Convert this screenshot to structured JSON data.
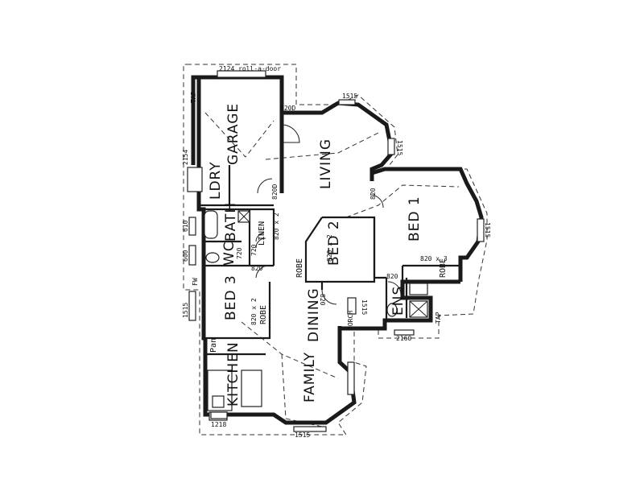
{
  "rooms": {
    "garage": "GARAGE",
    "lndry": "LDRY",
    "living": "LIVING",
    "bath": "BATH",
    "linen": "LINEN",
    "wc": "WC",
    "bed3": "BED 3",
    "bed2": "BED 2",
    "bed1": "BED 1",
    "robe_bed2": "ROBE",
    "robe_bed3": "ROBE",
    "robe_bed1": "ROBE",
    "ens": "ENS",
    "dining": "DINING",
    "family": "FAMILY",
    "kitchen": "KITCHEN",
    "pantry": "Pan"
  },
  "annotations": {
    "garage_door": "2124 roll-a-door",
    "tap_top": "TAP",
    "tap_right": "TAP",
    "d_820_garage_top": "820D",
    "d_820_lndry": "820D",
    "d_820_living": "820",
    "d_820_bed3": "820",
    "d_820_bed2": "820",
    "d_820_bed1_robe": "820 x 3",
    "d_820_linen": "820 x 2",
    "d_820_bed2_robe": "820 x 2",
    "d_820_bed3_robe": "820 x 2",
    "d_720_bath": "720",
    "d_720_wc": "720",
    "d_820_ens": "820",
    "w_1515_top": "1515",
    "w_1515_right": "1515",
    "w_1515_living": "1515",
    "w_1515_bed1": "1515",
    "w_1515_bottom": "1515",
    "w_1515_bed3": "1515",
    "w_2154_lndry": "2154",
    "w_610_bath": "610",
    "w_600_wc": "600",
    "w_1515_ens": "1515",
    "w_2160": "2160",
    "w_1218_kitchen": "1218",
    "porch": "PORCH",
    "fw_mark": "FW"
  }
}
